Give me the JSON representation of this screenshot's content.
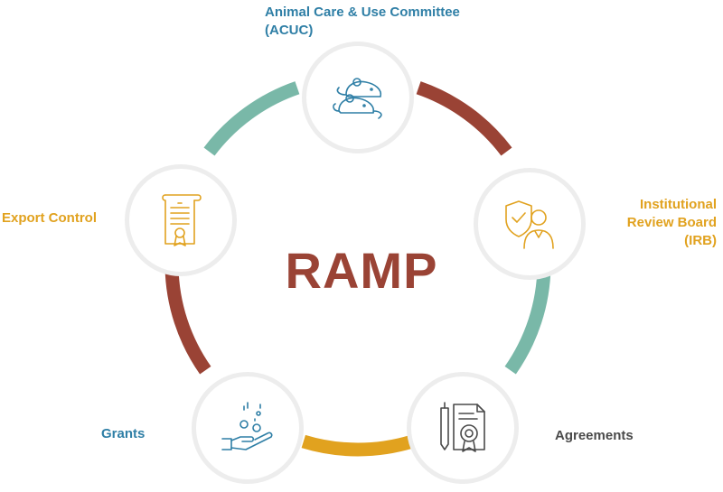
{
  "title": "RAMP",
  "colors": {
    "teal": "#79b8a8",
    "rust": "#9a4335",
    "gold": "#e1a21f",
    "blue": "#2f7fa6",
    "gray": "#4a4a4a"
  },
  "nodes": [
    {
      "id": "acuc",
      "label": "Animal Care & Use Committee\n(ACUC)",
      "icon": "mice-icon",
      "color": "#2f7fa6"
    },
    {
      "id": "irb",
      "label": "Institutional\nReview Board\n(IRB)",
      "icon": "shield-person-icon",
      "color": "#e1a21f"
    },
    {
      "id": "agreements",
      "label": "Agreements",
      "icon": "contract-certificate-icon",
      "color": "#4a4a4a"
    },
    {
      "id": "grants",
      "label": "Grants",
      "icon": "hand-coins-icon",
      "color": "#2f7fa6"
    },
    {
      "id": "export",
      "label": "Export Control",
      "icon": "scroll-document-icon",
      "color": "#e1a21f"
    }
  ],
  "arcs": [
    {
      "from": "acuc",
      "to": "irb",
      "color": "#9a4335"
    },
    {
      "from": "irb",
      "to": "agreements",
      "color": "#79b8a8"
    },
    {
      "from": "agreements",
      "to": "grants",
      "color": "#e1a21f"
    },
    {
      "from": "grants",
      "to": "export",
      "color": "#9a4335"
    },
    {
      "from": "export",
      "to": "acuc",
      "color": "#79b8a8"
    }
  ]
}
